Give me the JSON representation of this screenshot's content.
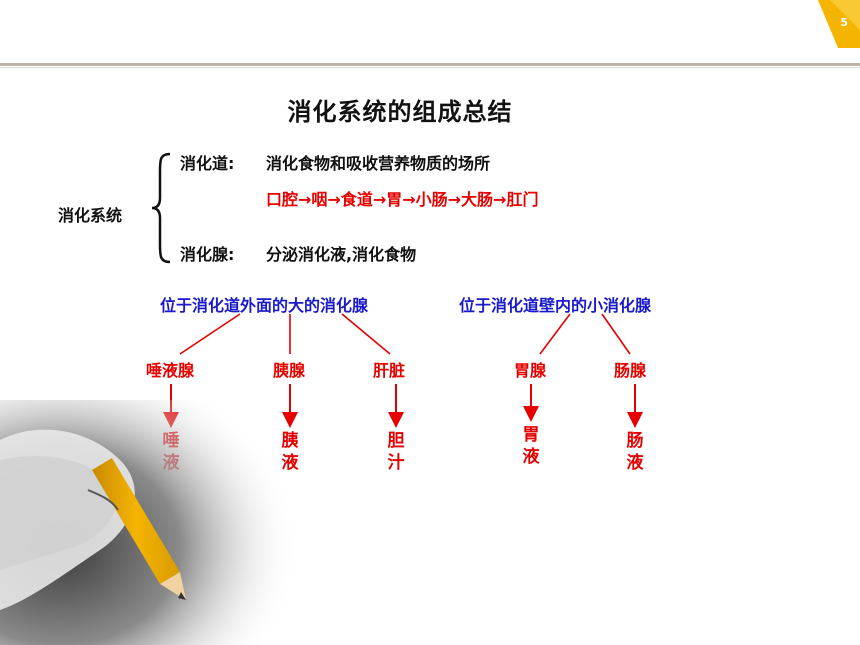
{
  "slide": {
    "page_number": "5",
    "title": "消化系统的组成总结",
    "system_label": "消化系统",
    "tract": {
      "label": "消化道:",
      "description": "消化食物和吸收营养物质的场所",
      "pathway": "口腔→咽→食道→胃→小肠→大肠→肛门"
    },
    "glands": {
      "label": "消化腺:",
      "description": "分泌消化液,消化食物"
    },
    "external_group": {
      "heading": "位于消化道外面的大的消化腺",
      "items": [
        {
          "gland": "唾液腺",
          "juice": [
            "唾",
            "液"
          ]
        },
        {
          "gland": "胰腺",
          "juice": [
            "胰",
            "液"
          ]
        },
        {
          "gland": "肝脏",
          "juice": [
            "胆",
            "汁"
          ]
        }
      ]
    },
    "internal_group": {
      "heading": "位于消化道壁内的小消化腺",
      "items": [
        {
          "gland": "胃腺",
          "juice": [
            "胃",
            "液"
          ]
        },
        {
          "gland": "肠腺",
          "juice": [
            "肠",
            "液"
          ]
        }
      ]
    }
  },
  "colors": {
    "accent_red": "#e60000",
    "accent_blue": "#1a1acc",
    "corner_gold": "#f5b400"
  }
}
